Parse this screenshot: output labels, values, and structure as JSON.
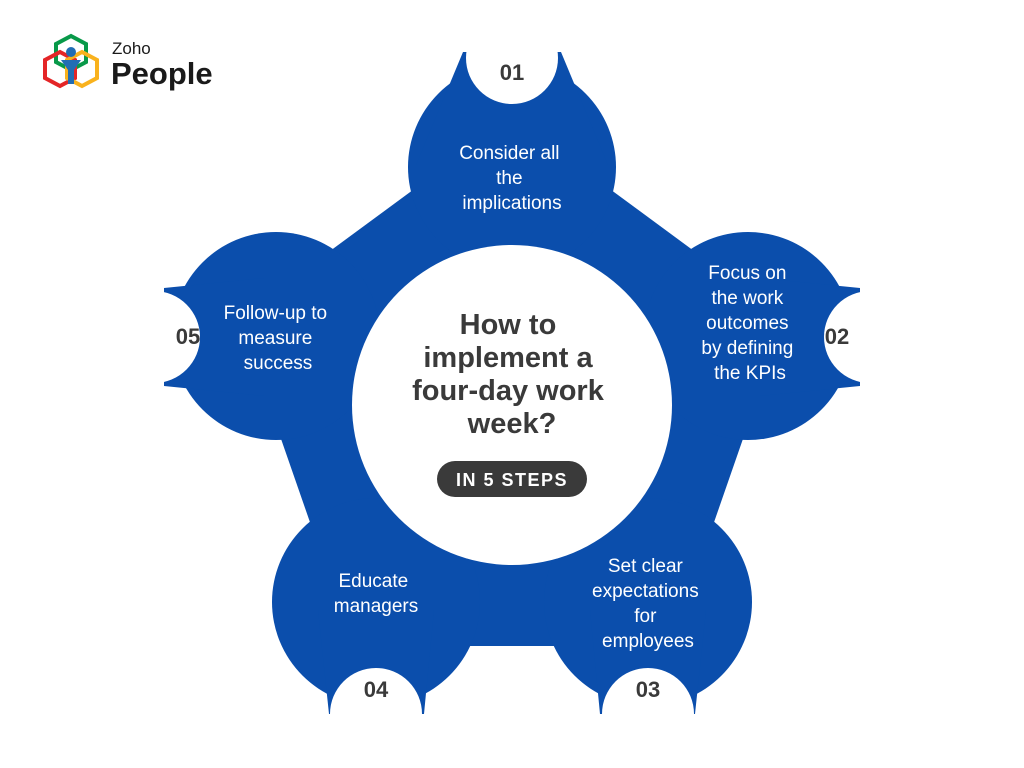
{
  "logo": {
    "brand_small": "Zoho",
    "brand_big": "People"
  },
  "center": {
    "title_lines": [
      "How to",
      "implement a",
      "four-day work",
      "week?"
    ],
    "badge": "IN 5 STEPS"
  },
  "steps": [
    {
      "number": "01",
      "lines": [
        "Consider all",
        "the",
        "implications"
      ]
    },
    {
      "number": "02",
      "lines": [
        "Focus on",
        "the work",
        "outcomes",
        "by defining",
        "the KPIs"
      ]
    },
    {
      "number": "03",
      "lines": [
        "Set clear",
        "expectations",
        "for",
        "employees"
      ]
    },
    {
      "number": "04",
      "lines": [
        "Educate",
        "managers"
      ]
    },
    {
      "number": "05",
      "lines": [
        "Follow-up to",
        "measure",
        "success"
      ]
    }
  ],
  "colors": {
    "primary_blue": "#0b4eac",
    "center_fill": "#ffffff",
    "title_text": "#3a3a3a",
    "badge_fill": "#3a3a3a",
    "logo_red": "#e42527",
    "logo_green": "#089949",
    "logo_blue": "#226db4",
    "logo_yellow": "#f9b21d"
  },
  "icons": [
    "zoho-people-logo-icon"
  ]
}
